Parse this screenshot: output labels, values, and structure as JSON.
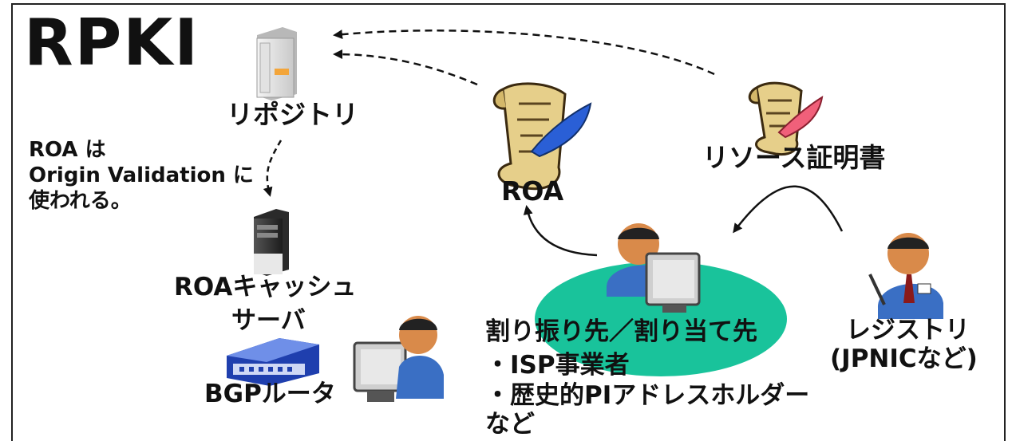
{
  "title": "RPKI",
  "nodes": {
    "repository": "リポジトリ",
    "roa": "ROA",
    "resource_certificate": "リソース証明書",
    "roa_cache_server_line1": "ROAキャッシュ",
    "roa_cache_server_line2": "サーバ",
    "bgp_router": "BGPルータ",
    "registry_line1": "レジストリ",
    "registry_line2": "(JPNICなど)",
    "allocatee_line1": "割り振り先／割り当て先",
    "allocatee_line2": "・ISP事業者",
    "allocatee_line3": "・歴史的PIアドレスホルダー",
    "allocatee_line4": "など"
  },
  "note": {
    "line1": "ROA は",
    "line2": "Origin Validation に",
    "line3": "使われる。"
  },
  "colors": {
    "ellipse": "#19c39b",
    "person_shirt": "#3a6fc4",
    "person_skin": "#d98a4a",
    "scroll": "#e6cf8a",
    "quill_blue": "#2a5fd6",
    "quill_pink": "#f0607a"
  }
}
